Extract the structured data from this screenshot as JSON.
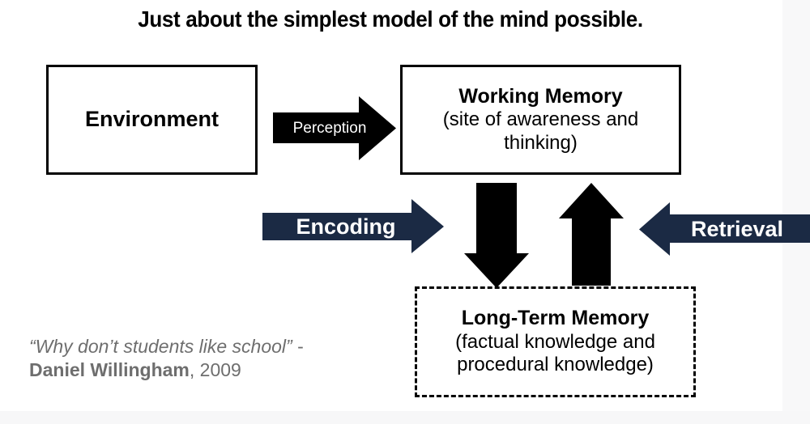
{
  "slide": {
    "title": "Just about the simplest model of the mind possible.",
    "background_color": "#ffffff",
    "accent_color": "#1b2a44",
    "outline_color": "#000000",
    "citation_color": "#6e6e6e"
  },
  "boxes": {
    "environment": {
      "title": "Environment",
      "subtitle_lines": [],
      "border_style": "solid"
    },
    "working_memory": {
      "title": "Working Memory",
      "subtitle_lines": [
        "(site of awareness and",
        "thinking)"
      ],
      "border_style": "solid"
    },
    "long_term_memory": {
      "title": "Long-Term Memory",
      "subtitle_lines": [
        "(factual knowledge and",
        "procedural knowledge)"
      ],
      "border_style": "dashed"
    }
  },
  "arrows": {
    "perception": {
      "label": "Perception",
      "direction": "right",
      "fill": "#000000",
      "text_color": "#ffffff"
    },
    "encoding": {
      "label": "Encoding",
      "direction": "right",
      "fill": "#1b2a44",
      "text_color": "#ffffff"
    },
    "retrieval": {
      "label": "Retrieval",
      "direction": "left",
      "fill": "#1b2a44",
      "text_color": "#ffffff"
    },
    "encode_down": {
      "label": "",
      "direction": "down",
      "fill": "#000000"
    },
    "retrieve_up": {
      "label": "",
      "direction": "up",
      "fill": "#000000"
    }
  },
  "citation": {
    "title": "“Why don’t students like school”",
    "separator": " - ",
    "author": "Daniel Willingham",
    "year": ", 2009"
  }
}
